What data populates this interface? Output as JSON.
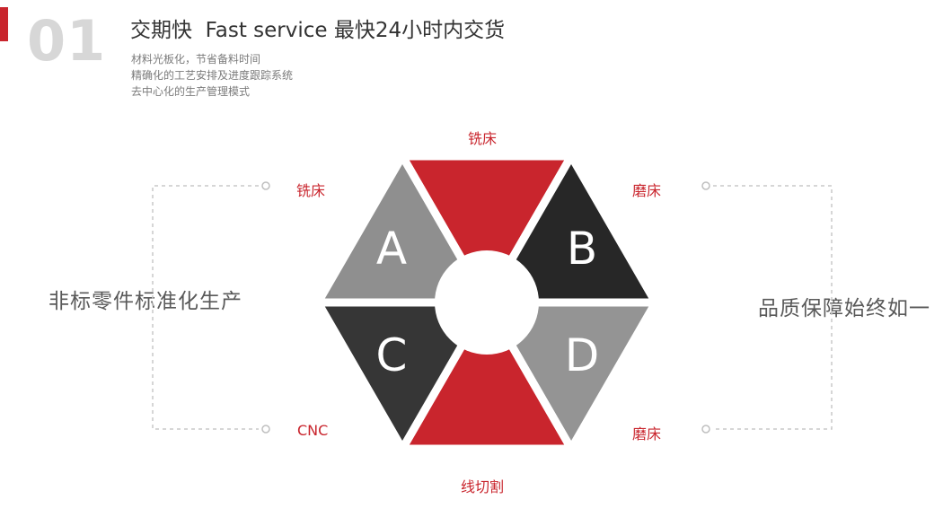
{
  "colors": {
    "accent": "#c9252d",
    "triangle_red": "#c9252d",
    "triangle_dark_b": "#272727",
    "triangle_dark_c": "#363636",
    "triangle_gray_a": "#8f8f8f",
    "triangle_gray_d": "#949494",
    "connector": "#c8c8c8"
  },
  "header": {
    "index": "01",
    "title": "交期快  Fast service 最快24小时内交货",
    "bullets": [
      "材料光板化，节省备料时间",
      "精确化的工艺安排及进度跟踪系统",
      "去中心化的生产管理模式"
    ]
  },
  "sides": {
    "left": "非标零件标准化生产",
    "right": "品质保障始终如一"
  },
  "diagram": {
    "letter_a": "A",
    "letter_b": "B",
    "letter_c": "C",
    "letter_d": "D",
    "label_top": "铣床",
    "label_left_top": "铣床",
    "label_right_top": "磨床",
    "label_left_bottom": "CNC",
    "label_right_bottom": "磨床",
    "label_bottom": "线切割"
  }
}
